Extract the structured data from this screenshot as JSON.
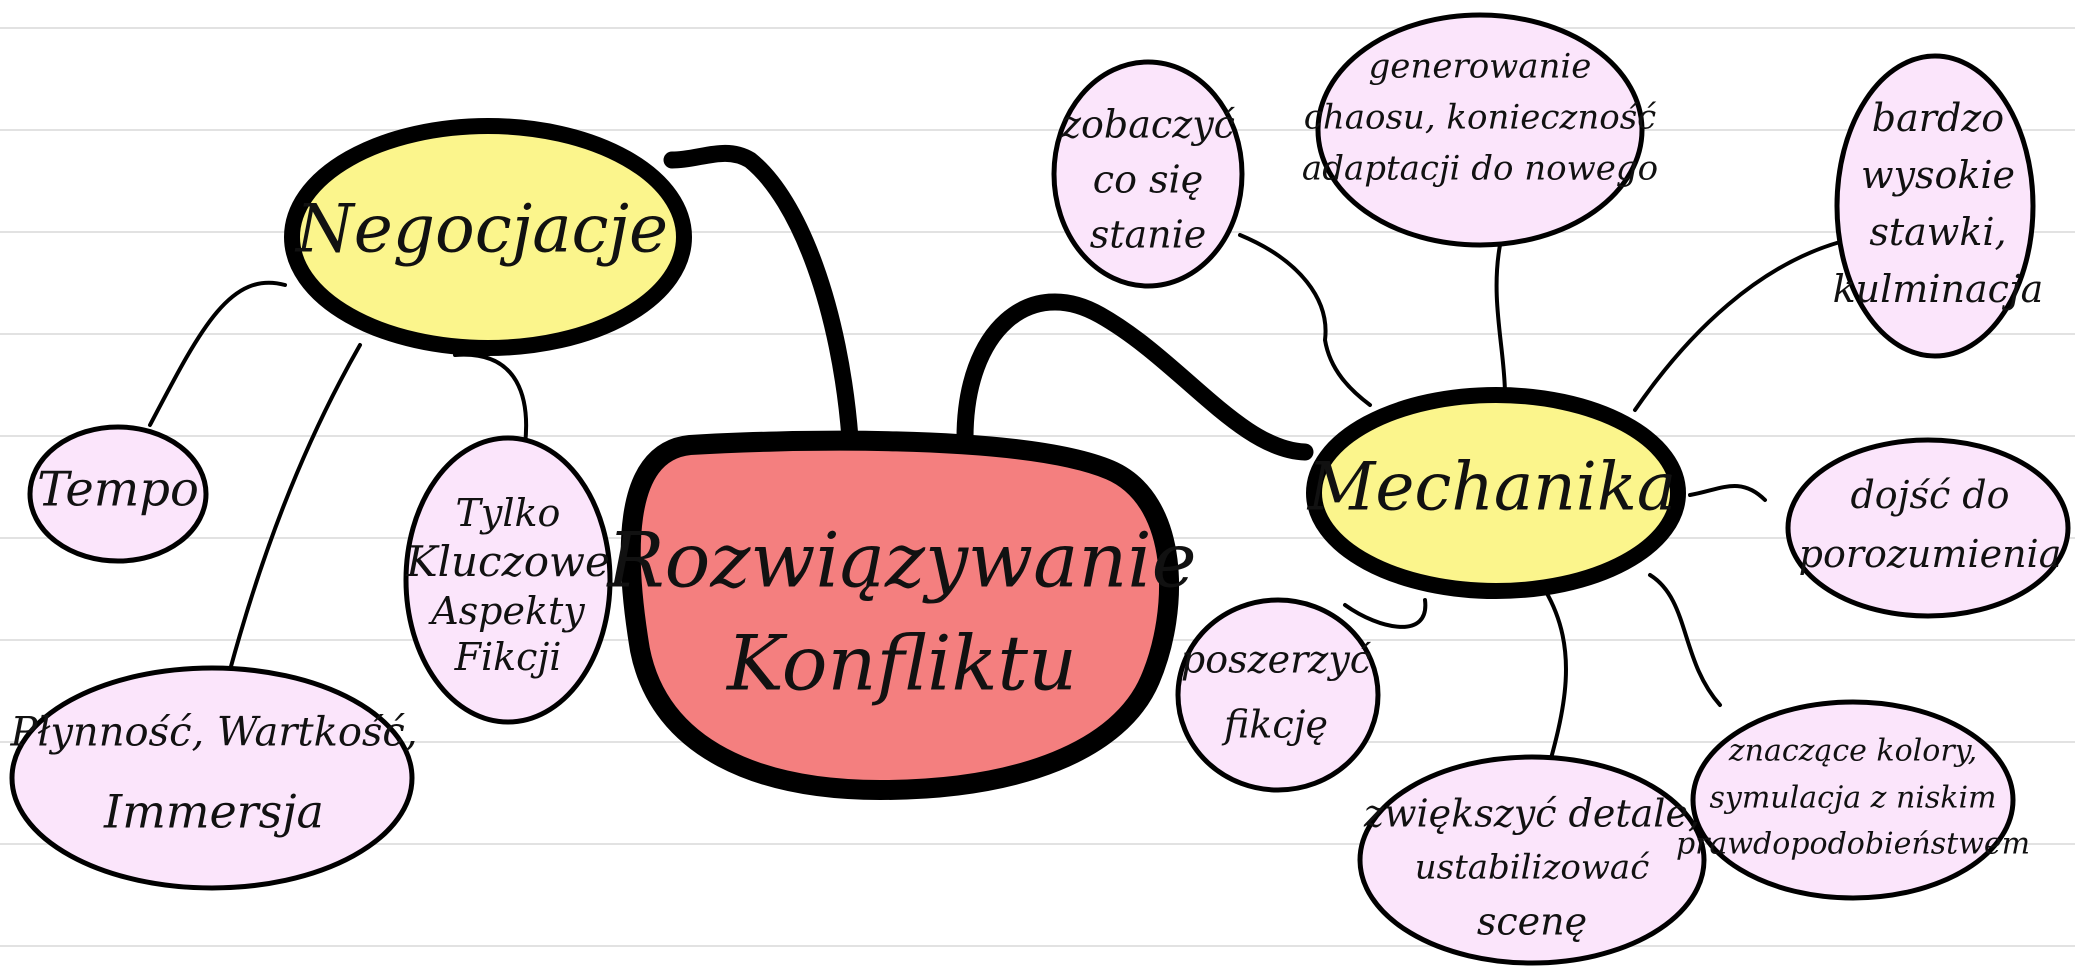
{
  "palette": {
    "paper": "#ffffff",
    "rule_lines": "#e2e2e2",
    "outline": "#000000",
    "central_fill": "#f47f7f",
    "hub_fill": "#fbf58c",
    "leaf_fill": "#fbe5fb"
  },
  "central": {
    "lines": [
      "Rozwiązywanie",
      "Konfliktu"
    ]
  },
  "hubs": {
    "negocjacje": {
      "label": "Negocjacje"
    },
    "mechanika": {
      "label": "Mechanika"
    }
  },
  "leaves": {
    "tempo": {
      "lines": [
        "Tempo"
      ]
    },
    "plynnosc": {
      "lines": [
        "Płynność, Wartkość,",
        "Immersja"
      ]
    },
    "tylko": {
      "lines": [
        "Tylko",
        "Kluczowe",
        "Aspekty",
        "Fikcji"
      ]
    },
    "zobaczyc": {
      "lines": [
        "zobaczyć",
        "co się",
        "stanie"
      ]
    },
    "generowanie": {
      "lines": [
        "generowanie",
        "chaosu, konieczność",
        "adaptacji do nowego"
      ]
    },
    "bardzo": {
      "lines": [
        "bardzo",
        "wysokie",
        "stawki,",
        "kulminacja"
      ]
    },
    "dojsc": {
      "lines": [
        "dojść do",
        "porozumienia"
      ]
    },
    "poszerzyc": {
      "lines": [
        "poszerzyć",
        "fikcję"
      ]
    },
    "zwiekszyc": {
      "lines": [
        "zwiększyć detale,",
        "ustabilizować",
        "scenę"
      ]
    },
    "znaczace": {
      "lines": [
        "znaczące kolory,",
        "symulacja z niskim",
        "prawdopodobieństwem"
      ]
    }
  }
}
